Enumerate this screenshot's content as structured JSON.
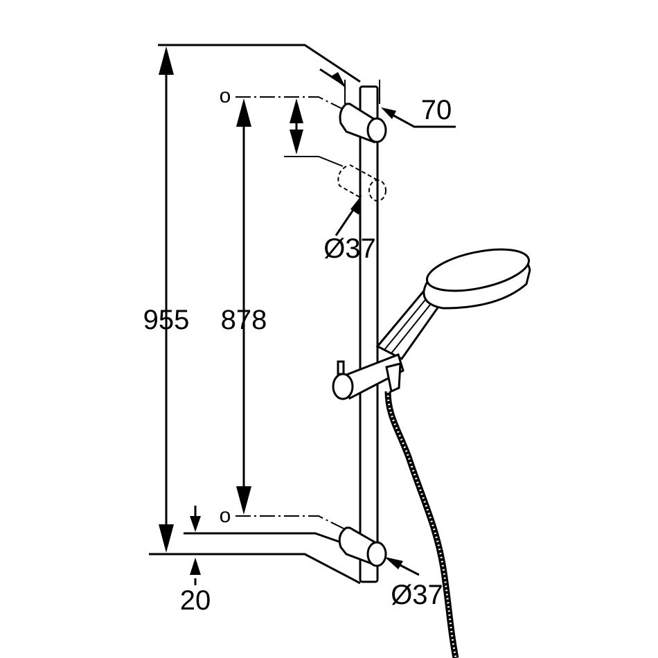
{
  "drawing": {
    "dimensions": {
      "overall_height": "955",
      "mount_spacing": "878",
      "wall_offset": "70",
      "holder_diameter_top": "Ø37",
      "holder_diameter_bottom": "Ø37",
      "bottom_offset": "20"
    },
    "markers": {
      "top_hole": "o",
      "bottom_hole": "o"
    }
  }
}
